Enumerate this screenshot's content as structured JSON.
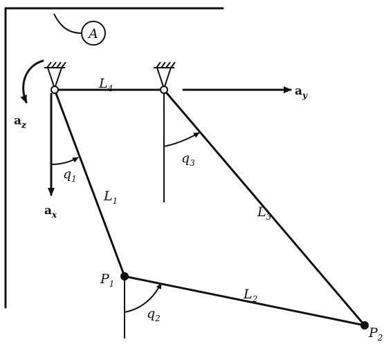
{
  "frame_label": "A",
  "links": {
    "L1": {
      "base": "L",
      "sub": "1"
    },
    "L2": {
      "base": "L",
      "sub": "2"
    },
    "L3": {
      "base": "L",
      "sub": "3"
    },
    "L4": {
      "base": "L",
      "sub": "4"
    }
  },
  "angles": {
    "q1": {
      "base": "q",
      "sub": "1"
    },
    "q2": {
      "base": "q",
      "sub": "2"
    },
    "q3": {
      "base": "q",
      "sub": "3"
    }
  },
  "points": {
    "P1": {
      "base": "P",
      "sub": "1"
    },
    "P2": {
      "base": "P",
      "sub": "2"
    }
  },
  "axes": {
    "ax": {
      "base": "a",
      "sub": "x"
    },
    "ay": {
      "base": "a",
      "sub": "y"
    },
    "az": {
      "base": "a",
      "sub": "z"
    }
  }
}
